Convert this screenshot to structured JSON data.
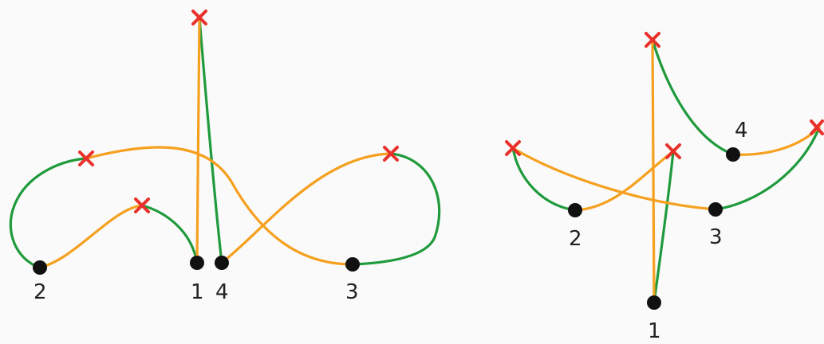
{
  "colors": {
    "green": "#1f9a3c",
    "orange": "#f5a01e",
    "cross": "#e8312a",
    "dot": "#111111",
    "label": "#222222",
    "background": "#fafafa"
  },
  "left_diagram": {
    "labels": [
      "1",
      "2",
      "3",
      "4"
    ]
  },
  "right_diagram": {
    "labels": [
      "1",
      "2",
      "3",
      "4"
    ]
  }
}
